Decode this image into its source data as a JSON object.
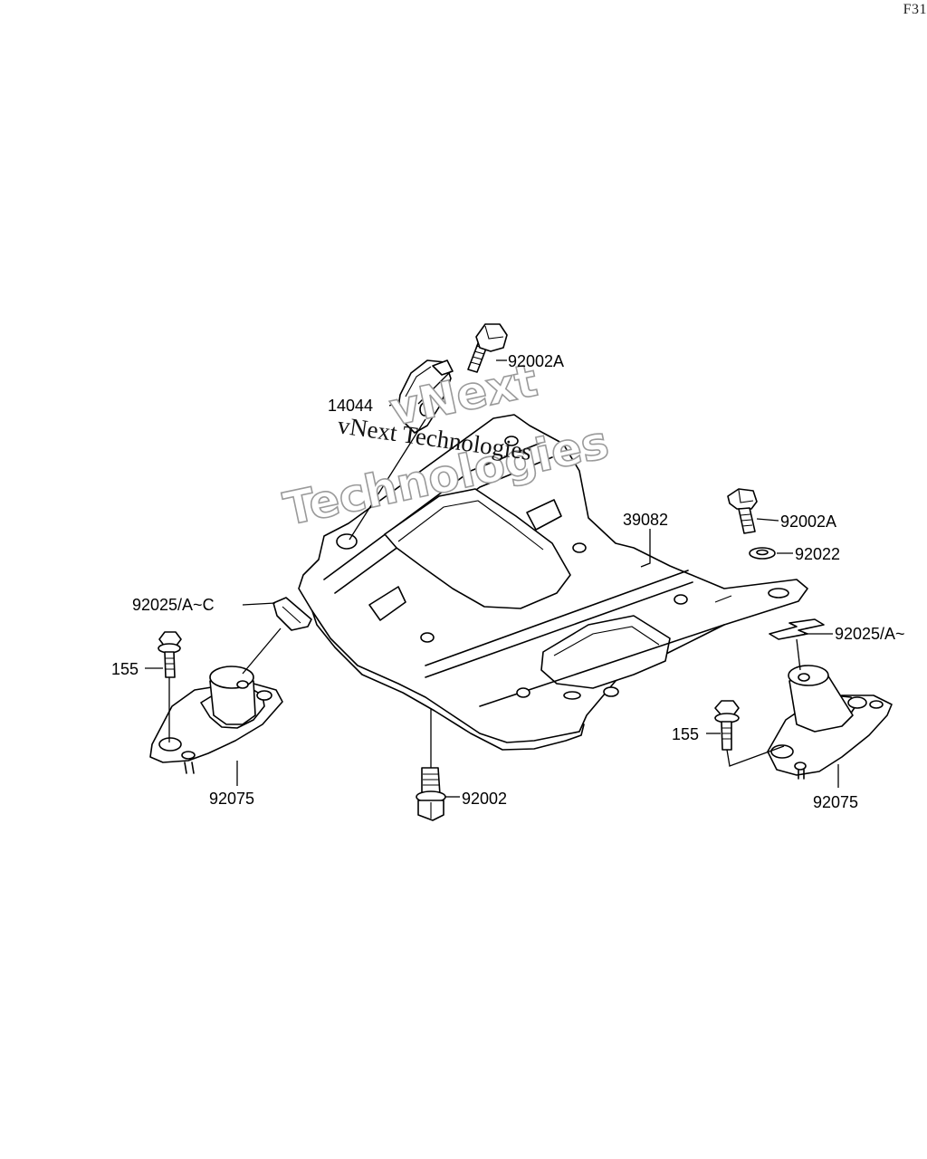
{
  "page_ref": "F31",
  "watermark": {
    "serif_text": "vNext Technologies",
    "outline_line1": "vNext",
    "outline_line2": "Technologies"
  },
  "callouts": {
    "bolt_top": "92002A",
    "bracket_top": "14044",
    "skid_plate": "39082",
    "bolt_right": "92002A",
    "washer_right": "92022",
    "clip_left": "92025/A~C",
    "clip_right": "92025/A~",
    "bolt_small_left": "155",
    "bolt_small_right": "155",
    "mount_left": "92075",
    "mount_right": "92075",
    "bolt_bottom": "92002"
  }
}
